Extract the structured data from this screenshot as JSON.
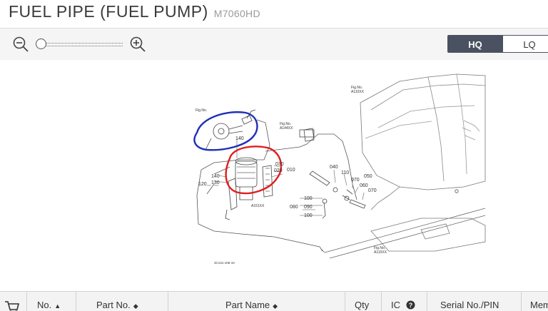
{
  "header": {
    "title": "FUEL PIPE (FUEL PUMP)",
    "model": "M7060HD"
  },
  "toolbar": {
    "zoom_out_icon": "zoom-out-icon",
    "zoom_in_icon": "zoom-in-icon",
    "zoom_level": 0,
    "quality_options": [
      "HQ",
      "LQ"
    ],
    "quality_selected": "HQ"
  },
  "diagram": {
    "figure_refs": [
      "Fig.No.",
      "A110XX",
      "A144XX",
      "A151XX"
    ],
    "part_numbers": [
      "010",
      "020",
      "030",
      "040",
      "050",
      "060",
      "070",
      "080",
      "090",
      "100",
      "110",
      "120",
      "130",
      "140"
    ],
    "diagram_code": "3C131-106-10",
    "annotation_colors": {
      "circle_blue": "#1f2fb5",
      "circle_red": "#e01e1e"
    }
  },
  "table": {
    "columns": [
      "No.",
      "Part No.",
      "Part Name",
      "Qty",
      "IC",
      "Serial No./PIN",
      "Mem"
    ]
  },
  "colors": {
    "accent": "#4a5261",
    "toolbar_bg": "#f5f5f5",
    "table_head_bg": "#f3f3f3"
  }
}
